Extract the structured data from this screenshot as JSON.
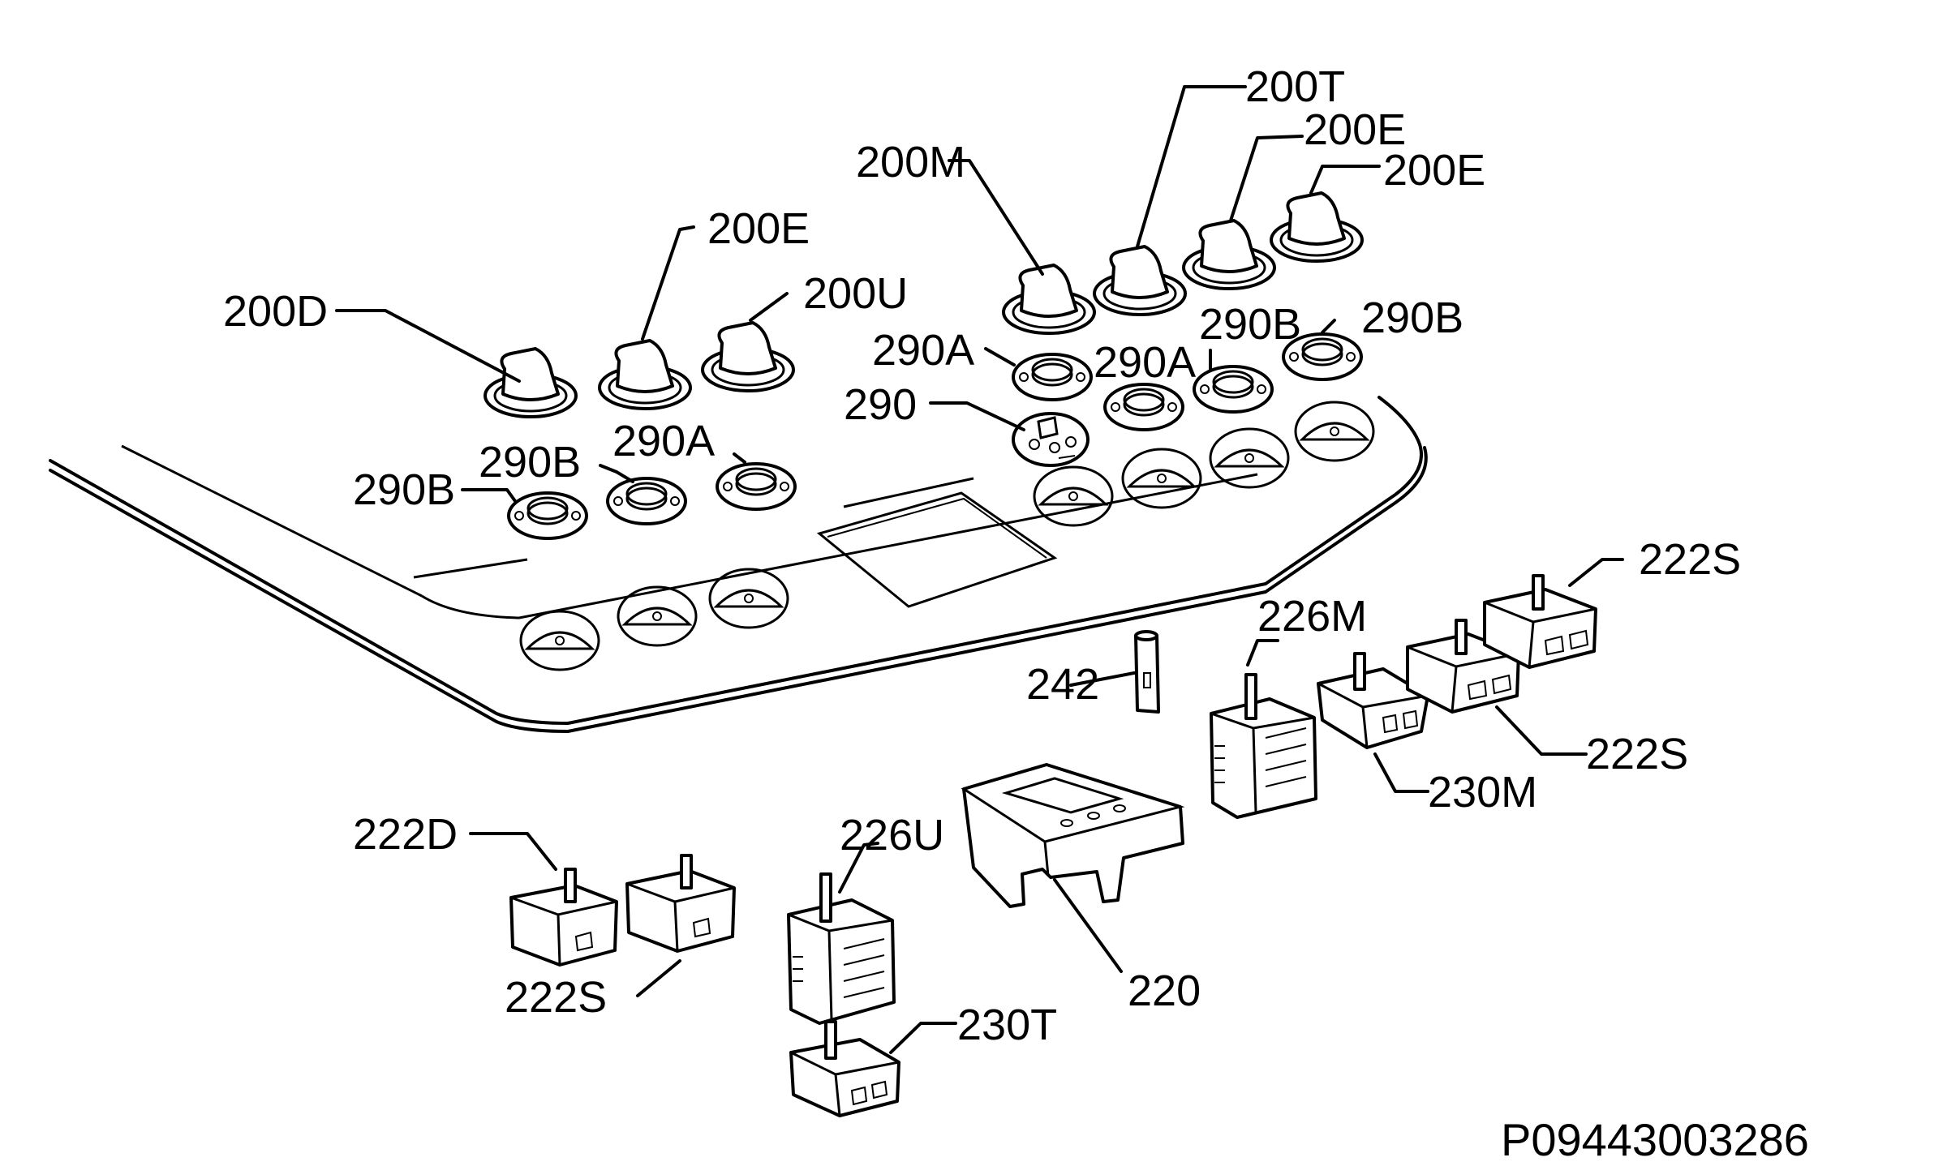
{
  "drawing_code": "P09443003286",
  "labels": {
    "200D": "200D",
    "200E_left": "200E",
    "200U": "200U",
    "200M": "200M",
    "200T": "200T",
    "200E_right1": "200E",
    "200E_right2": "200E",
    "290A_upper_left": "290A",
    "290": "290",
    "290A_upper_mid": "290A",
    "290B_upper_mid": "290B",
    "290B_upper_right": "290B",
    "290B_lower_1": "290B",
    "290B_lower_2": "290B",
    "290A_lower": "290A",
    "242": "242",
    "226M": "226M",
    "222S_top": "222S",
    "222S_right": "222S",
    "230M": "230M",
    "222D": "222D",
    "226U": "226U",
    "222S_left": "222S",
    "220": "220",
    "230T": "230T"
  }
}
